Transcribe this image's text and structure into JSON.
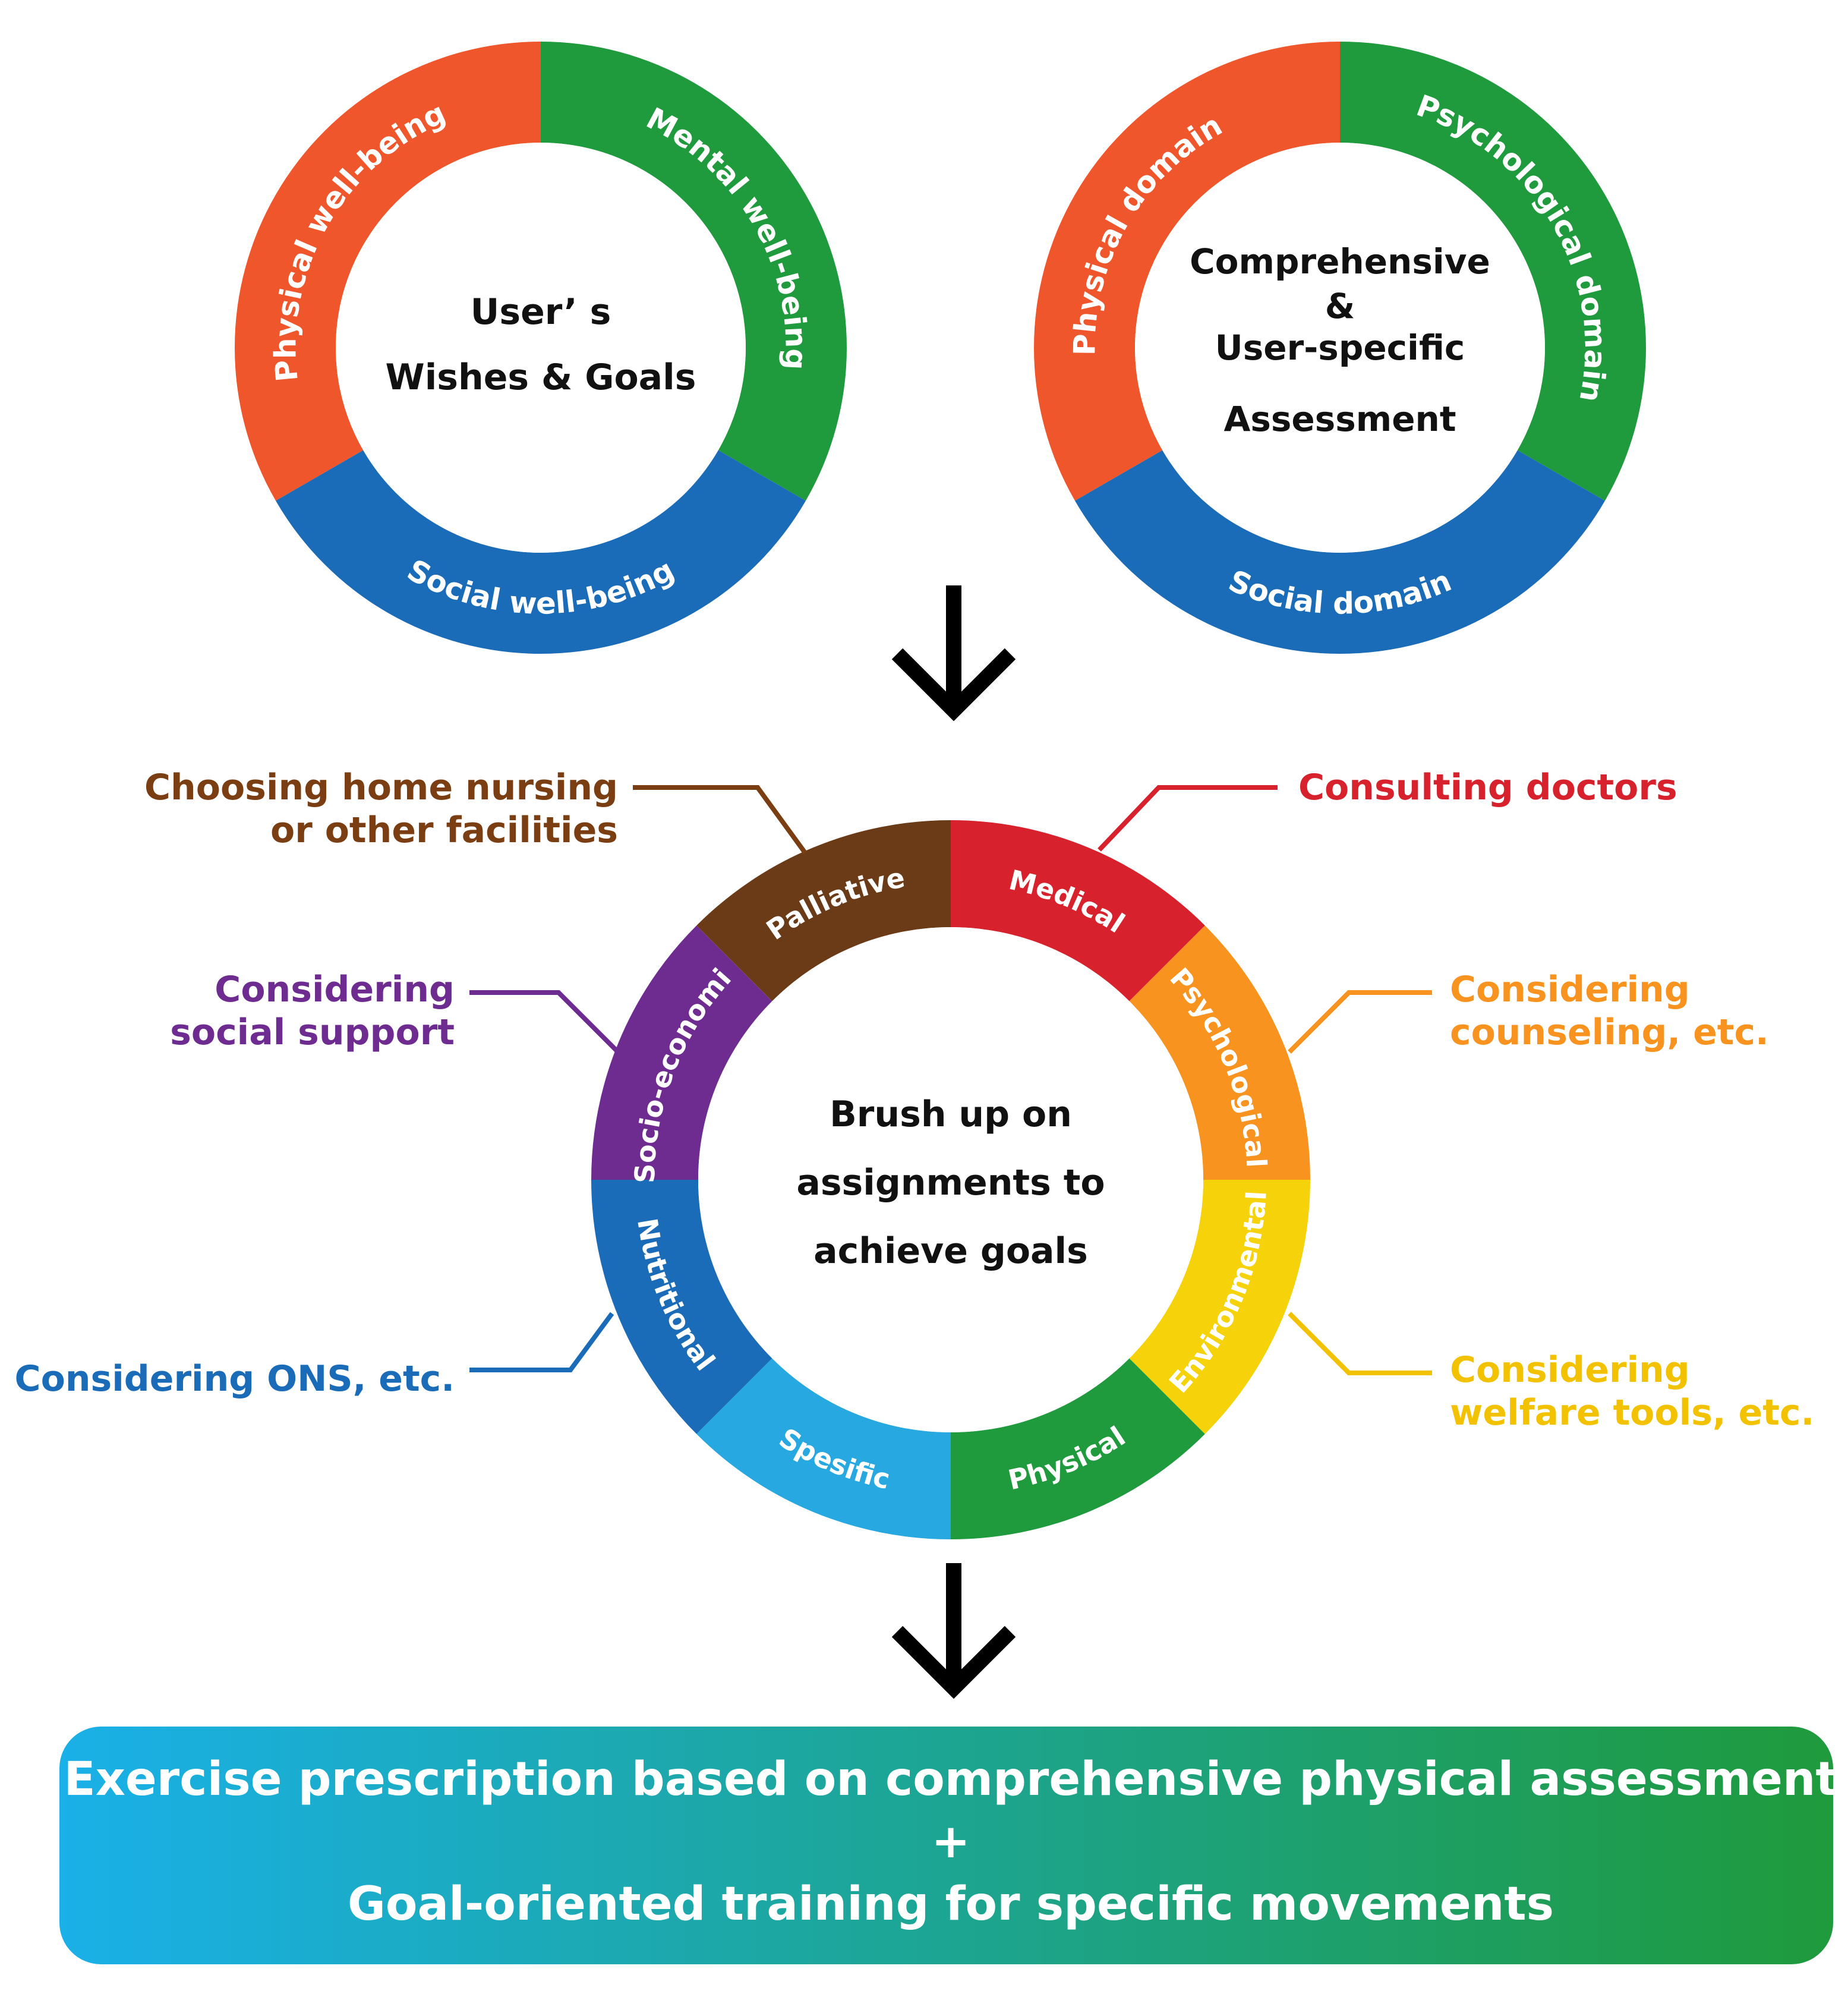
{
  "top_left_ring": {
    "segments": [
      {
        "label": "Physical well-being",
        "color": "#f0562b"
      },
      {
        "label": "Mental well-being",
        "color": "#1f9a3c"
      },
      {
        "label": "Social well-being",
        "color": "#1b6cb8"
      }
    ],
    "center_lines": [
      "User’ s",
      "Wishes & Goals"
    ]
  },
  "top_right_ring": {
    "segments": [
      {
        "label": "Physical domain",
        "color": "#f0562b"
      },
      {
        "label": "Psychological domain",
        "color": "#1f9a3c"
      },
      {
        "label": "Social domain",
        "color": "#1b6cb8"
      }
    ],
    "center_lines": [
      "Comprehensive",
      "&",
      "User-specific",
      "Assessment"
    ]
  },
  "middle_ring": {
    "segments": [
      {
        "label": "Medical",
        "color": "#d7222e"
      },
      {
        "label": "Psychological",
        "color": "#f7931e"
      },
      {
        "label": "Environmental",
        "color": "#f5d20a"
      },
      {
        "label": "Physical",
        "color": "#1f9a3c"
      },
      {
        "label": "Spesific",
        "color": "#27a8e0"
      },
      {
        "label": "Nutritional",
        "color": "#1b6cb8"
      },
      {
        "label": "Socio-economic",
        "color": "#6e2c91"
      },
      {
        "label": "Palliative",
        "color": "#6b3a17"
      }
    ],
    "center_lines": [
      "Brush up on",
      "assignments to",
      "achieve goals"
    ]
  },
  "callouts": [
    {
      "lines": [
        "Consulting doctors"
      ],
      "color": "#d7222e"
    },
    {
      "lines": [
        "Considering",
        "counseling, etc."
      ],
      "color": "#f7931e"
    },
    {
      "lines": [
        "Considering",
        "welfare tools, etc."
      ],
      "color": "#f2c200"
    },
    {
      "lines": [
        "Considering ONS, etc."
      ],
      "color": "#1b6cb8"
    },
    {
      "lines": [
        "Considering",
        "social support"
      ],
      "color": "#6e2c91"
    },
    {
      "lines": [
        "Choosing home nursing",
        "or other facilities"
      ],
      "color": "#7a3e12"
    }
  ],
  "banner": {
    "line1": "Exercise prescription based on comprehensive physical assessment",
    "line2": "+",
    "line3": "Goal-oriented training for specific movements",
    "color_start": "#1ab0e8",
    "color_end": "#1f9a3c"
  }
}
